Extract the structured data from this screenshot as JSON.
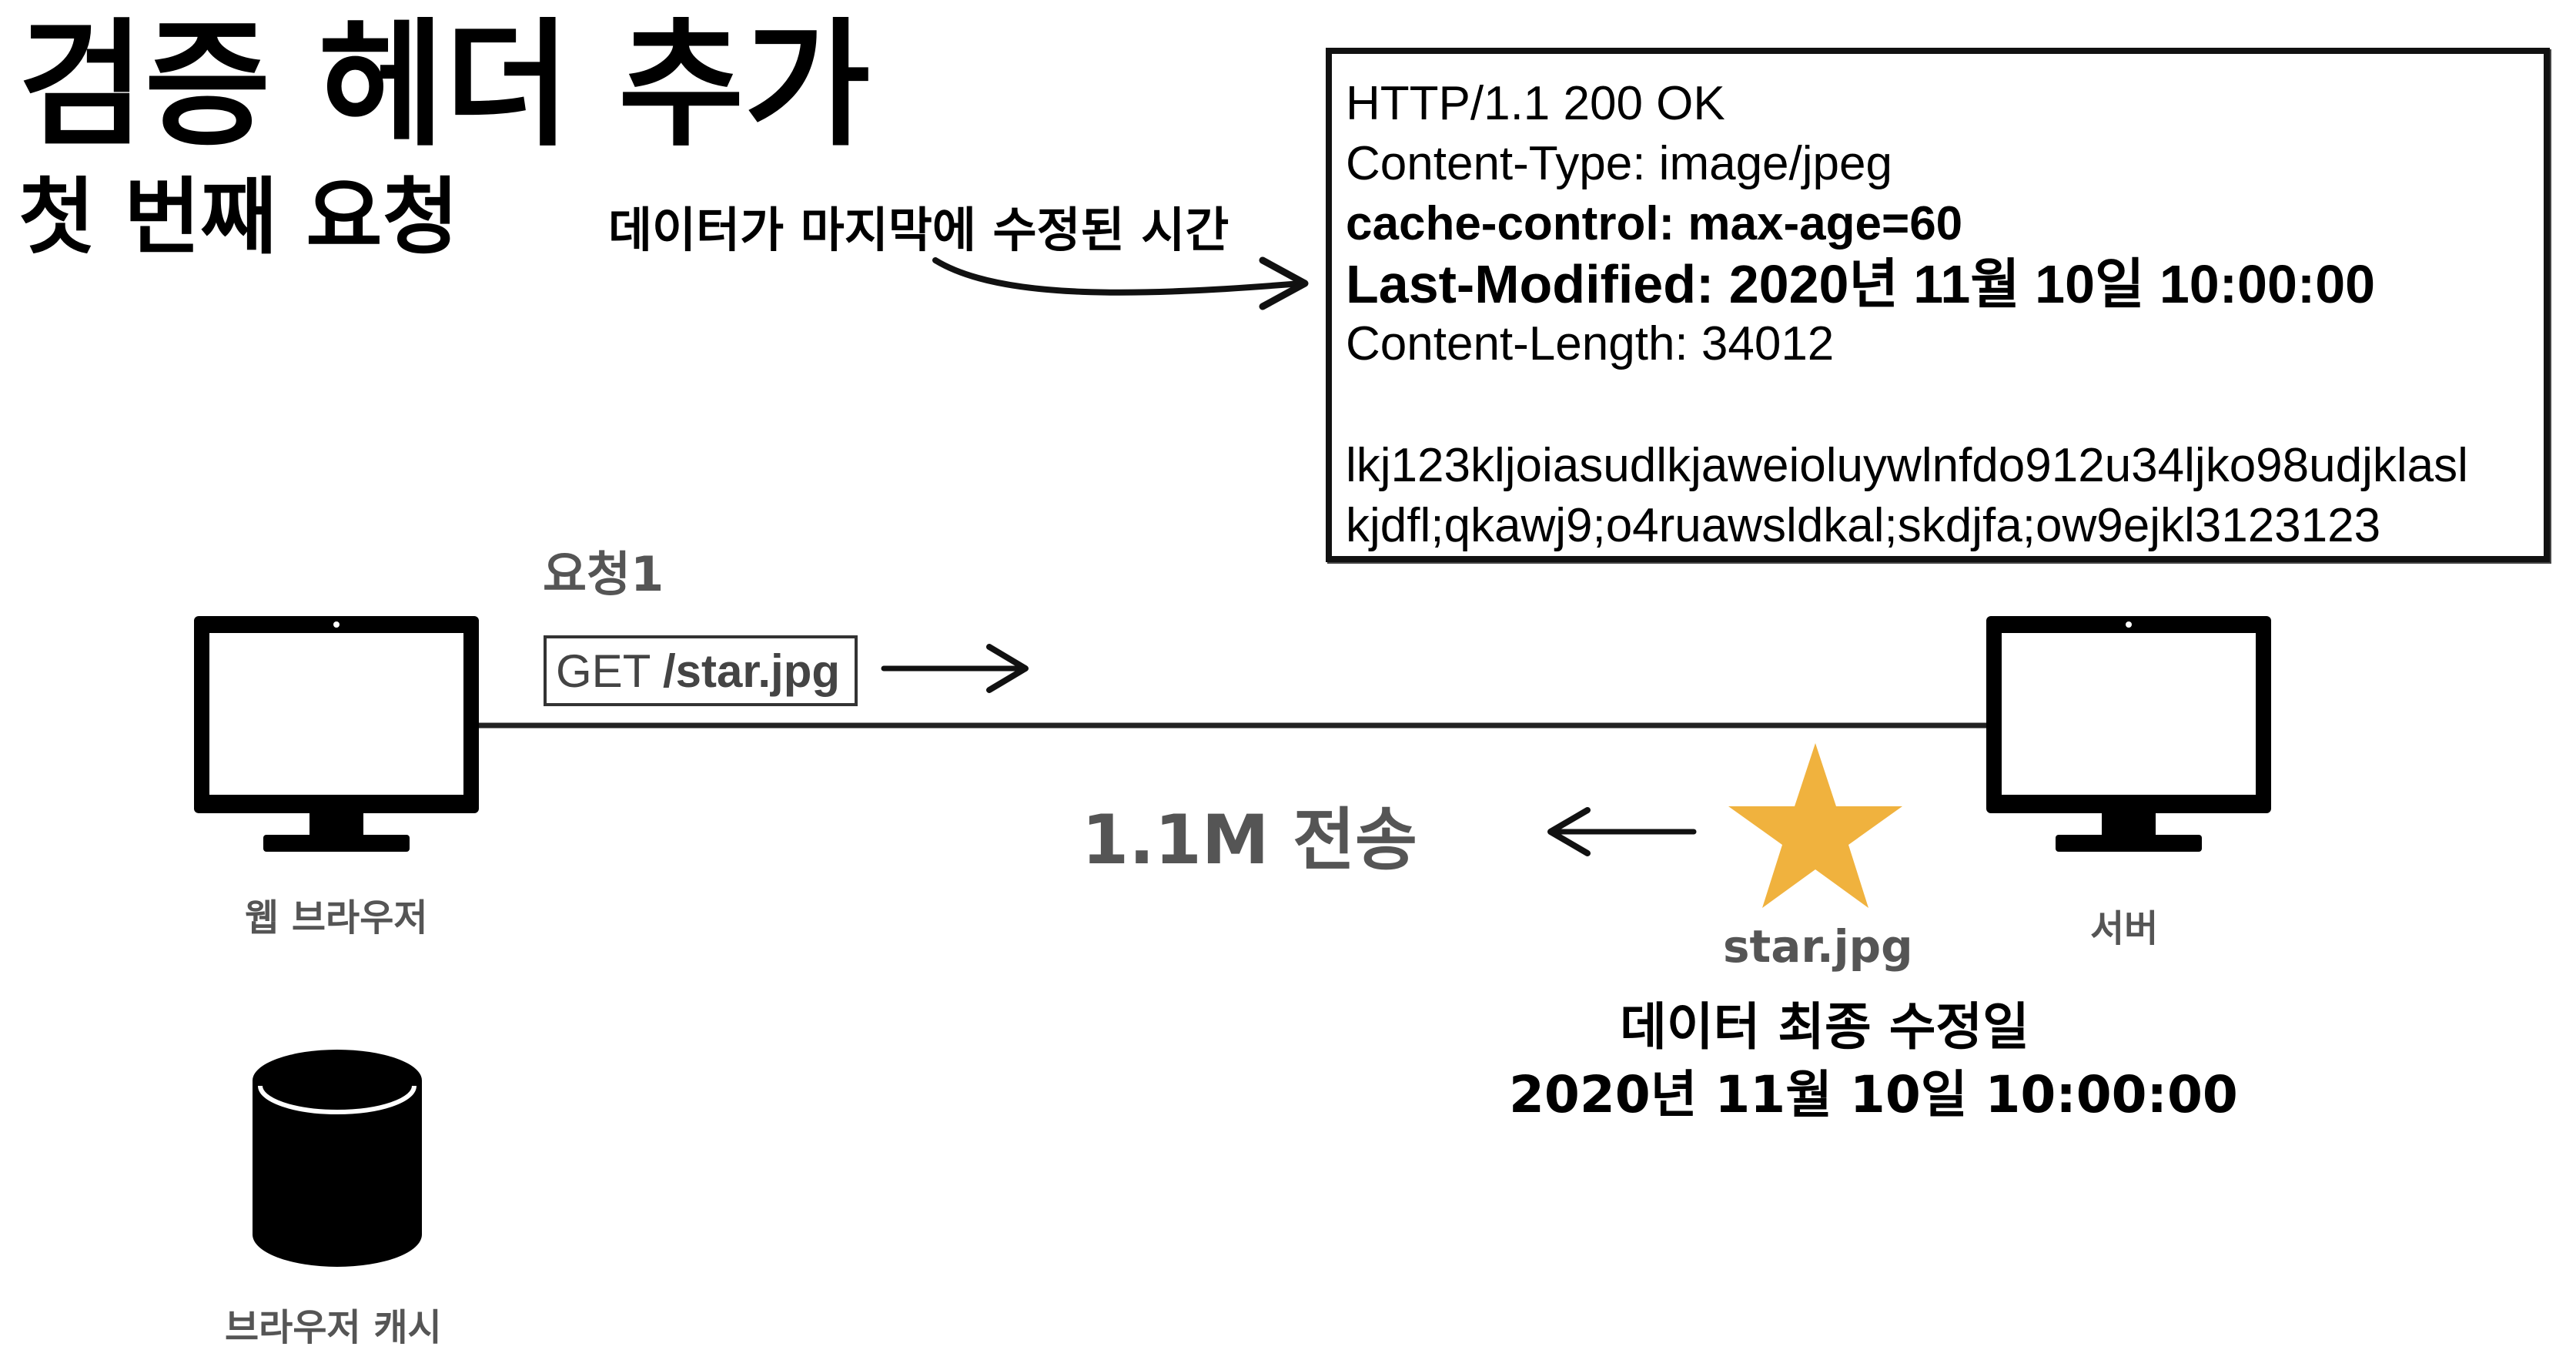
{
  "title": "검증 헤더 추가",
  "subtitle": "첫 번째 요청",
  "annotation": "데이터가 마지막에 수정된 시간",
  "response": {
    "status_line": "HTTP/1.1 200 OK",
    "content_type": "Content-Type: image/jpeg",
    "cache_control": "cache-control: max-age=60",
    "last_modified": "Last-Modified: 2020년 11월 10일 10:00:00",
    "content_length": "Content-Length: 34012",
    "body_line1": "lkj123kljoiasudlkjaweioluywlnfdo912u34ljko98udjklasl",
    "body_line2": "kjdfl;qkawj9;o4ruawsldkal;skdjfa;ow9ejkl3123123"
  },
  "request": {
    "label": "요청1",
    "method": "GET ",
    "path": "/star.jpg"
  },
  "transfer": "1.1M 전송",
  "browser_label": "웹 브라우저",
  "server_label": "서버",
  "cache_label": "브라우저 캐시",
  "resource": {
    "name": "star.jpg",
    "modified_label": "데이터 최종 수정일",
    "modified_value": "2020년 11월 10일 10:00:00"
  },
  "colors": {
    "star": "#F0B23E",
    "device": "#000000",
    "muted_text": "#555555"
  },
  "icons": [
    "monitor-icon",
    "database-icon",
    "star-icon"
  ]
}
